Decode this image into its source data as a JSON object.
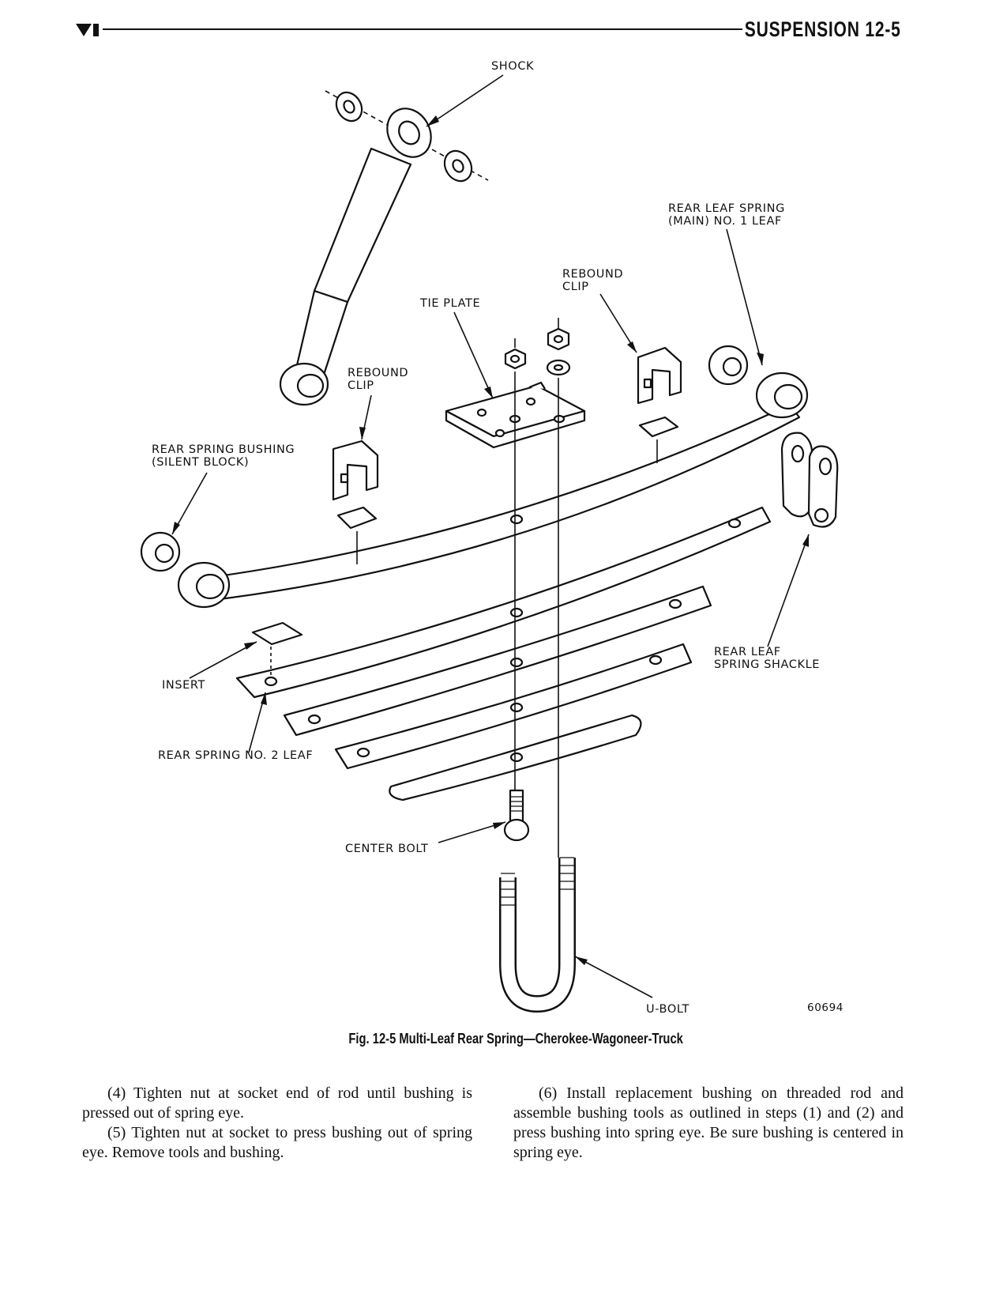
{
  "header": {
    "section": "SUSPENSION",
    "page": "12-5"
  },
  "labels": {
    "shock": "SHOCK",
    "main_leaf_1": "REAR LEAF SPRING",
    "main_leaf_2": "(MAIN) NO. 1 LEAF",
    "rebound_clip_right_1": "REBOUND",
    "rebound_clip_right_2": "CLIP",
    "tie_plate": "TIE PLATE",
    "rebound_clip_left_1": "REBOUND",
    "rebound_clip_left_2": "CLIP",
    "bushing_1": "REAR SPRING BUSHING",
    "bushing_2": "(SILENT BLOCK)",
    "shackle_1": "REAR LEAF",
    "shackle_2": "SPRING SHACKLE",
    "insert": "INSERT",
    "no2_leaf": "REAR SPRING NO. 2 LEAF",
    "center_bolt": "CENTER BOLT",
    "ubolt": "U-BOLT",
    "art_number": "60694"
  },
  "caption": "Fig. 12-5 Multi-Leaf Rear Spring—Cherokee-Wagoneer-Truck",
  "body": {
    "left": [
      "(4) Tighten nut at socket end of rod until bushing is pressed out of spring eye.",
      "(5) Tighten nut at socket to press bushing out of spring eye. Remove tools and bushing."
    ],
    "right": [
      "(6) Install replacement bushing on threaded rod and assemble bushing tools as outlined in steps (1) and (2) and press bushing into spring eye. Be sure bushing is centered in spring eye."
    ]
  }
}
